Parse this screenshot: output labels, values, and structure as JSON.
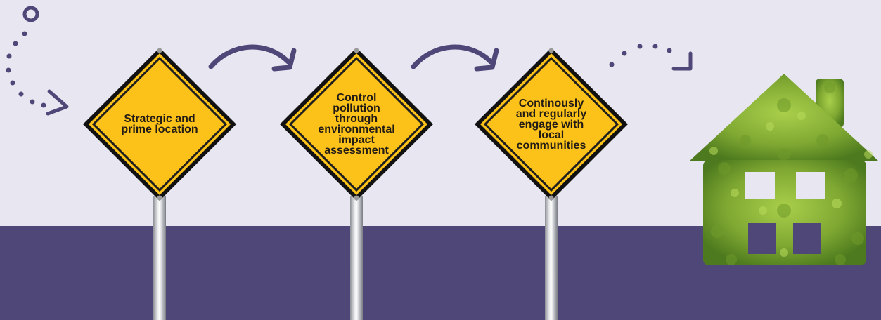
{
  "colors": {
    "background": "#e8e6f0",
    "band": "#4f4778",
    "arrow": "#4f4778",
    "sign_fill": "#fcc21a",
    "sign_border": "#1e1e1e",
    "foliage_dark": "#4d7a1e",
    "foliage_light": "#9cc43d"
  },
  "signs": [
    {
      "label": "Strategic and prime location"
    },
    {
      "label": "Control pollution through environmental impact assessment"
    },
    {
      "label": "Continously and regularly engage with local communities"
    }
  ],
  "icons": {
    "start_marker": "circle-outline-icon",
    "curved_arrow": "curved-arrow-icon",
    "dotted_arrow": "dotted-arrow-icon",
    "house": "leafy-house-icon"
  }
}
